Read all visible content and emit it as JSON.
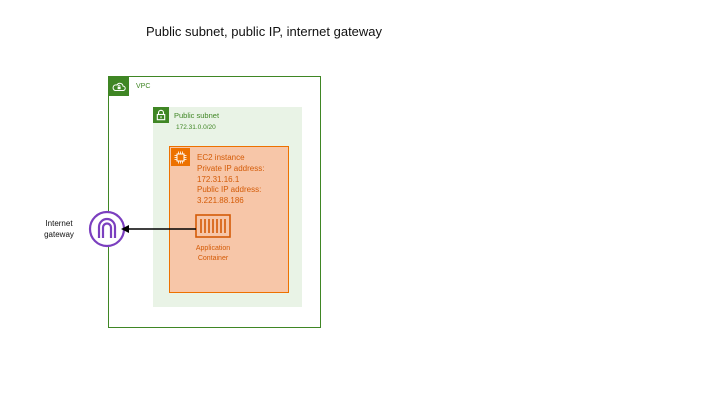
{
  "title": "Public subnet, public IP, internet gateway",
  "vpc": {
    "label": "VPC",
    "icon": "cloud-lock-icon",
    "color": "#3f8624"
  },
  "subnet": {
    "label": "Public subnet",
    "cidr": "172.31.0.0/20",
    "icon": "lock-icon",
    "color": "#3f8624",
    "fill": "#e9f3e6"
  },
  "ec2": {
    "lines": [
      "EC2 instance",
      "Private IP address:",
      "172.31.16.1",
      "Public IP address:",
      "3.221.88.186"
    ],
    "icon": "chip-icon",
    "color": "#ed7100",
    "fill": "#f7c6a8"
  },
  "container": {
    "label_lines": [
      "Application",
      "Container"
    ],
    "icon": "container-icon"
  },
  "internet_gateway": {
    "label_lines": [
      "Internet",
      "gateway"
    ],
    "icon": "internet-gateway-icon",
    "color": "#7b3fbf"
  }
}
